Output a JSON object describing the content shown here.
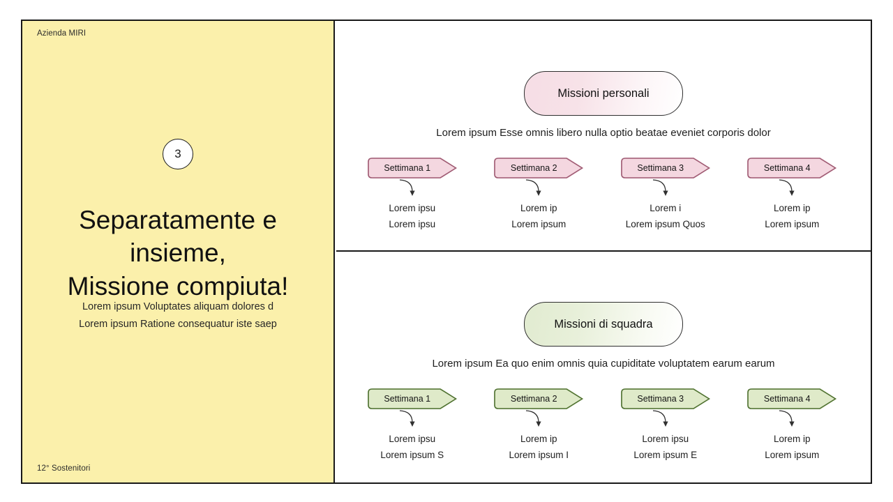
{
  "slide": {
    "brand_label": "Azienda MIRI",
    "footer_label": "12° Sostenitori",
    "slide_number": "3",
    "title_line1": "Separatamente e insieme,",
    "title_line2": "Missione compiuta!",
    "subtitle_line1": "Lorem ipsum Voluptates aliquam dolores d",
    "subtitle_line2": "Lorem ipsum Ratione consequatur iste saep",
    "panel_background": "#fbf0ab",
    "frame_border_color": "#181818"
  },
  "sections": [
    {
      "id": "missioni-personali",
      "pill_label": "Missioni personali",
      "accent": "#f4d7e0",
      "accent_border": "#9e5a72",
      "description": "Lorem ipsum Esse omnis libero nulla optio beatae eveniet corporis dolor",
      "weeks": [
        {
          "label": "Settimana 1",
          "line1": "Lorem ipsu",
          "line2": "Lorem ipsu"
        },
        {
          "label": "Settimana 2",
          "line1": "Lorem ip",
          "line2": "Lorem ipsum"
        },
        {
          "label": "Settimana 3",
          "line1": "Lorem i",
          "line2": "Lorem ipsum Quos"
        },
        {
          "label": "Settimana 4",
          "line1": "Lorem ip",
          "line2": "Lorem ipsum"
        }
      ]
    },
    {
      "id": "missioni-di-squadra",
      "pill_label": "Missioni di squadra",
      "accent": "#dfeac9",
      "accent_border": "#4e7030",
      "description": "Lorem ipsum Ea quo enim omnis quia cupiditate voluptatem earum earum",
      "weeks": [
        {
          "label": "Settimana 1",
          "line1": "Lorem ipsu",
          "line2": "Lorem ipsum S"
        },
        {
          "label": "Settimana 2",
          "line1": "Lorem ip",
          "line2": "Lorem ipsum I"
        },
        {
          "label": "Settimana 3",
          "line1": "Lorem ipsu",
          "line2": "Lorem ipsum E"
        },
        {
          "label": "Settimana 4",
          "line1": "Lorem ip",
          "line2": "Lorem ipsum"
        }
      ]
    }
  ]
}
